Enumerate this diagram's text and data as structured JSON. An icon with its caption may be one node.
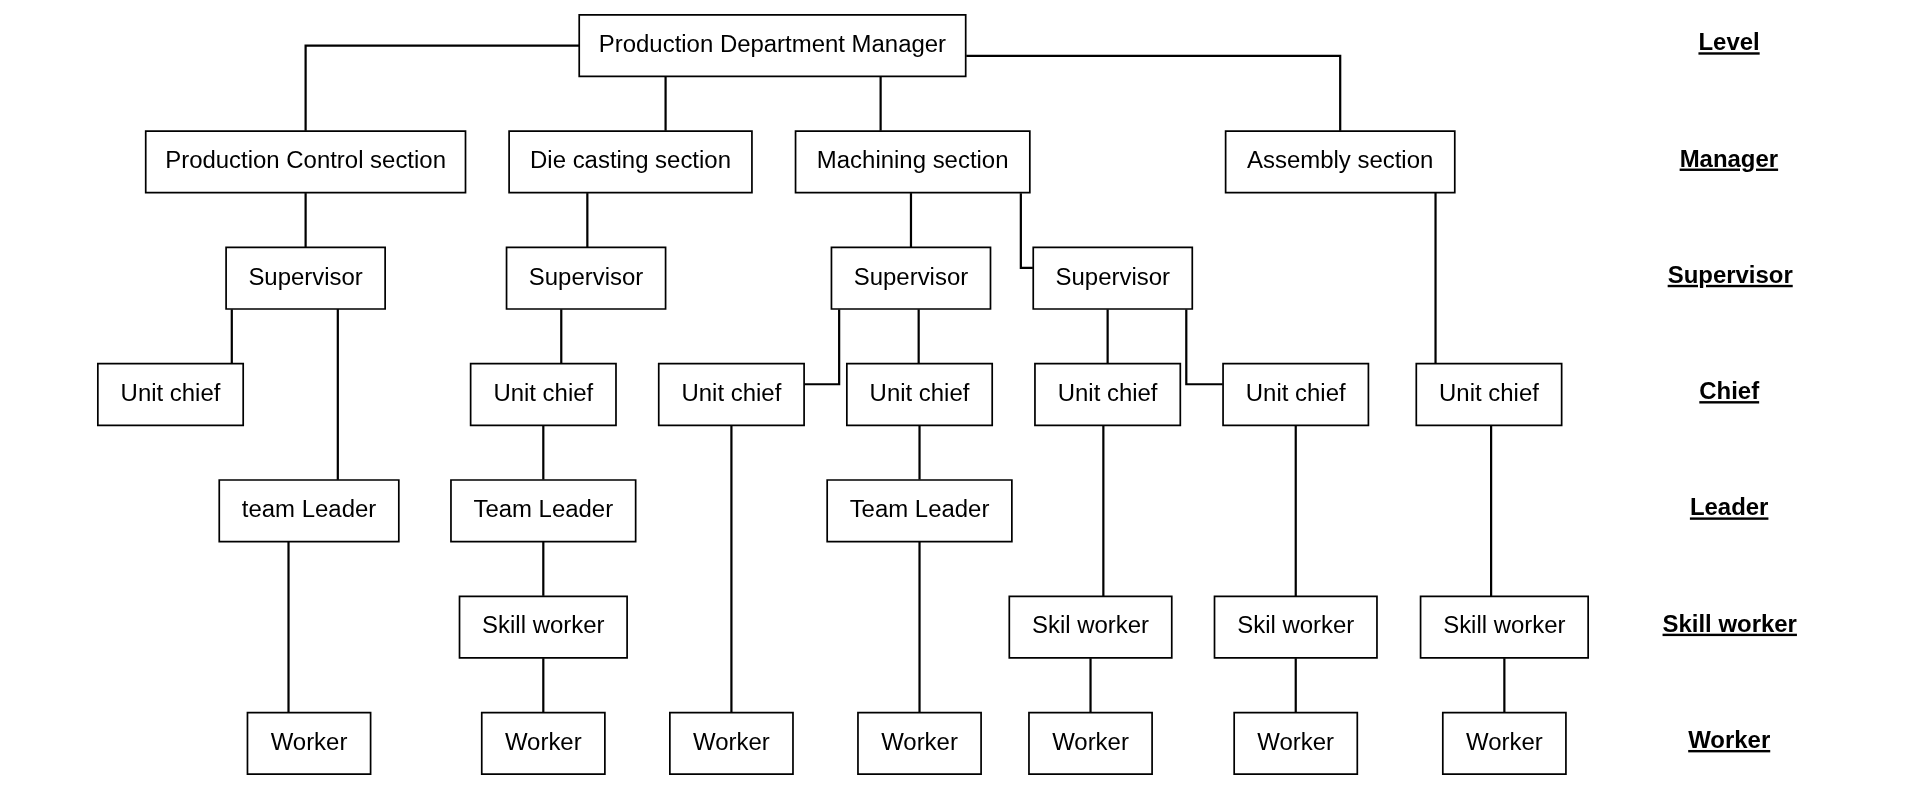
{
  "diagram": {
    "nodes": [
      {
        "text": [
          "Production Department Manager"
        ]
      },
      {
        "text": [
          "Production Control section"
        ]
      },
      {
        "text": [
          "Die casting section"
        ]
      },
      {
        "text": [
          "Machining section"
        ]
      },
      {
        "text": [
          "Assembly section"
        ]
      },
      {
        "text": [
          "Supervisor"
        ]
      },
      {
        "text": [
          "Supervisor"
        ]
      },
      {
        "text": [
          "Supervisor"
        ]
      },
      {
        "text": [
          "Supervisor"
        ]
      },
      {
        "text": [
          "Unit chief"
        ]
      },
      {
        "text": [
          "Unit chief"
        ]
      },
      {
        "text": [
          "Unit chief"
        ]
      },
      {
        "text": [
          "Unit chief"
        ]
      },
      {
        "text": [
          "Unit chief"
        ]
      },
      {
        "text": [
          "Unit chief"
        ]
      },
      {
        "text": [
          "Unit chief"
        ]
      },
      {
        "text": [
          "team Leader"
        ]
      },
      {
        "text": [
          "Team Leader"
        ]
      },
      {
        "text": [
          "Team Leader"
        ]
      },
      {
        "text": [
          "Skill worker"
        ]
      },
      {
        "text": [
          "Skil worker"
        ]
      },
      {
        "text": [
          "Skil worker"
        ]
      },
      {
        "text": [
          "Skill worker"
        ]
      },
      {
        "text": [
          "Worker"
        ]
      },
      {
        "text": [
          "Worker"
        ]
      },
      {
        "text": [
          "Worker"
        ]
      },
      {
        "text": [
          "Worker"
        ]
      },
      {
        "text": [
          "Worker"
        ]
      },
      {
        "text": [
          "Worker"
        ]
      },
      {
        "text": [
          "Worker"
        ]
      }
    ],
    "edges": [
      {
        "from": 0,
        "to": 1,
        "arrow": "none"
      },
      {
        "from": 0,
        "to": 2,
        "arrow": "none"
      },
      {
        "from": 0,
        "to": 3,
        "arrow": "none"
      },
      {
        "from": 0,
        "to": 4,
        "arrow": "none"
      },
      {
        "from": 1,
        "to": 5,
        "arrow": "none"
      },
      {
        "from": 2,
        "to": 6,
        "arrow": "none"
      },
      {
        "from": 3,
        "to": 7,
        "arrow": "none"
      },
      {
        "from": 3,
        "to": 8,
        "arrow": "none"
      },
      {
        "from": 5,
        "to": 9,
        "arrow": "none"
      },
      {
        "from": 5,
        "to": 16,
        "arrow": "none"
      },
      {
        "from": 16,
        "to": 23,
        "arrow": "none"
      },
      {
        "from": 6,
        "to": 10,
        "arrow": "none"
      },
      {
        "from": 10,
        "to": 17,
        "arrow": "none"
      },
      {
        "from": 17,
        "to": 19,
        "arrow": "none"
      },
      {
        "from": 19,
        "to": 24,
        "arrow": "none"
      },
      {
        "from": 7,
        "to": 11,
        "arrow": "none"
      },
      {
        "from": 7,
        "to": 12,
        "arrow": "none"
      },
      {
        "from": 11,
        "to": 25,
        "arrow": "none"
      },
      {
        "from": 12,
        "to": 18,
        "arrow": "none"
      },
      {
        "from": 18,
        "to": 26,
        "arrow": "none"
      },
      {
        "from": 8,
        "to": 13,
        "arrow": "none"
      },
      {
        "from": 8,
        "to": 14,
        "arrow": "none"
      },
      {
        "from": 13,
        "to": 20,
        "arrow": "none"
      },
      {
        "from": 20,
        "to": 27,
        "arrow": "none"
      },
      {
        "from": 14,
        "to": 21,
        "arrow": "none"
      },
      {
        "from": 21,
        "to": 28,
        "arrow": "none"
      },
      {
        "from": 4,
        "to": 15,
        "arrow": "none"
      },
      {
        "from": 15,
        "to": 22,
        "arrow": "none"
      },
      {
        "from": 22,
        "to": 29,
        "arrow": "none"
      }
    ],
    "labels": [
      "Level",
      "Manager",
      "Supervisor",
      "Chief",
      "Leader",
      "Skill worker",
      "Worker"
    ]
  }
}
